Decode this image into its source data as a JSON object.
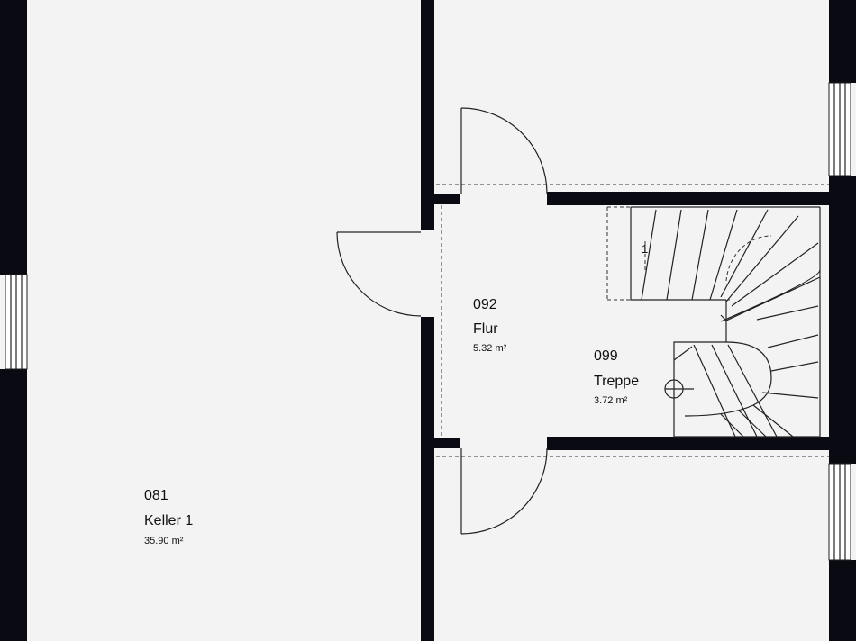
{
  "rooms": {
    "keller1": {
      "number": "081",
      "name": "Keller 1",
      "area": "35.90 m²"
    },
    "flur": {
      "number": "092",
      "name": "Flur",
      "area": "5.32 m²"
    },
    "treppe": {
      "number": "099",
      "name": "Treppe",
      "area": "3.72 m²"
    }
  },
  "stair_marker": "1",
  "colors": {
    "background": "#f3f3f4",
    "wall": "#0a0b12",
    "line": "#222222"
  }
}
